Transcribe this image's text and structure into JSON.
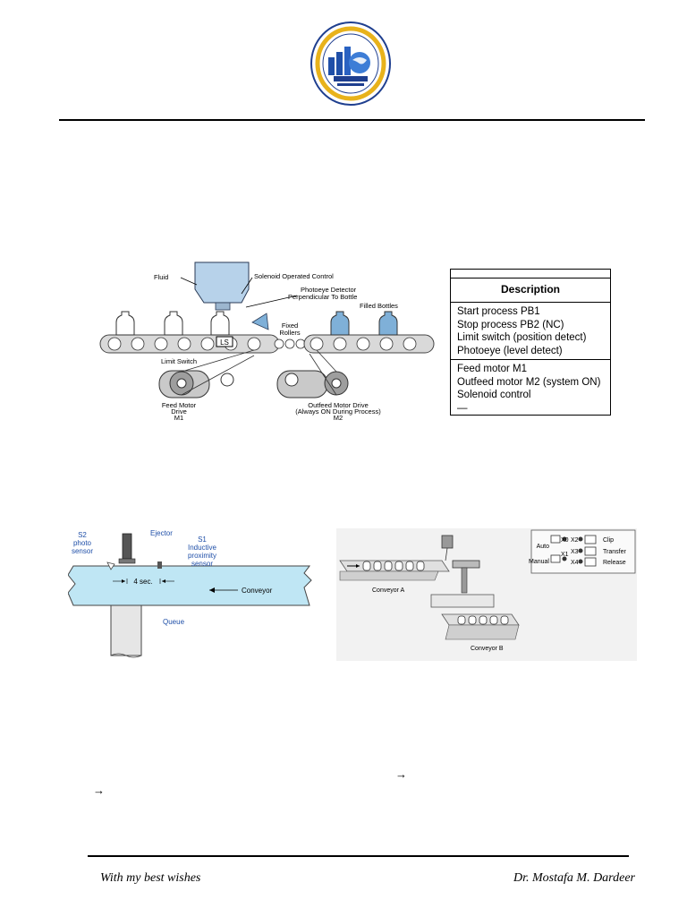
{
  "header": {
    "logo_icon": "university-seal-logo"
  },
  "figure1": {
    "labels": {
      "fluid": "Fluid",
      "solenoid": "Solenoid Operated Control",
      "photoeye_1": "Photoeye Detector",
      "photoeye_2": "Perpendicular To Bottle",
      "fixed_1": "Fixed",
      "fixed_2": "Rollers",
      "filled": "Filled Bottles",
      "ls": "LS",
      "limit_switch": "Limit Switch",
      "feed_1": "Feed Motor",
      "feed_2": "Drive",
      "feed_3": "M1",
      "outfeed_1": "Outfeed Motor Drive",
      "outfeed_2": "(Always ON During Process)",
      "outfeed_3": "M2"
    }
  },
  "description_table": {
    "header": "Description",
    "inputs": [
      "Start process PB1",
      "Stop process PB2 (NC)",
      "Limit switch (position detect)",
      "Photoeye (level detect)"
    ],
    "outputs": [
      "Feed motor M1",
      "Outfeed motor M2 (system ON)",
      "Solenoid control",
      "—"
    ]
  },
  "figure2": {
    "labels": {
      "s2_1": "S2",
      "s2_2": "photo",
      "s2_3": "sensor",
      "ejector": "Ejector",
      "s1_1": "S1",
      "s1_2": "Inductive",
      "s1_3": "proximity",
      "s1_4": "sensor",
      "delay": "4 sec.",
      "conveyor": "Conveyor",
      "queue": "Queue"
    }
  },
  "figure3": {
    "labels": {
      "conveyor_a": "Conveyor A",
      "conveyor_b": "Conveyor B",
      "auto": "Auto",
      "manual": "Manual",
      "x0": "X0",
      "x1": "X1",
      "x2": "X2",
      "x3": "X3",
      "x4": "X4",
      "clip": "Clip",
      "transfer": "Transfer",
      "release": "Release"
    }
  },
  "arrows": {
    "a1": "→",
    "a2": "→"
  },
  "footer": {
    "left": "With my best wishes",
    "right": "Dr. Mostafa M. Dardeer"
  }
}
